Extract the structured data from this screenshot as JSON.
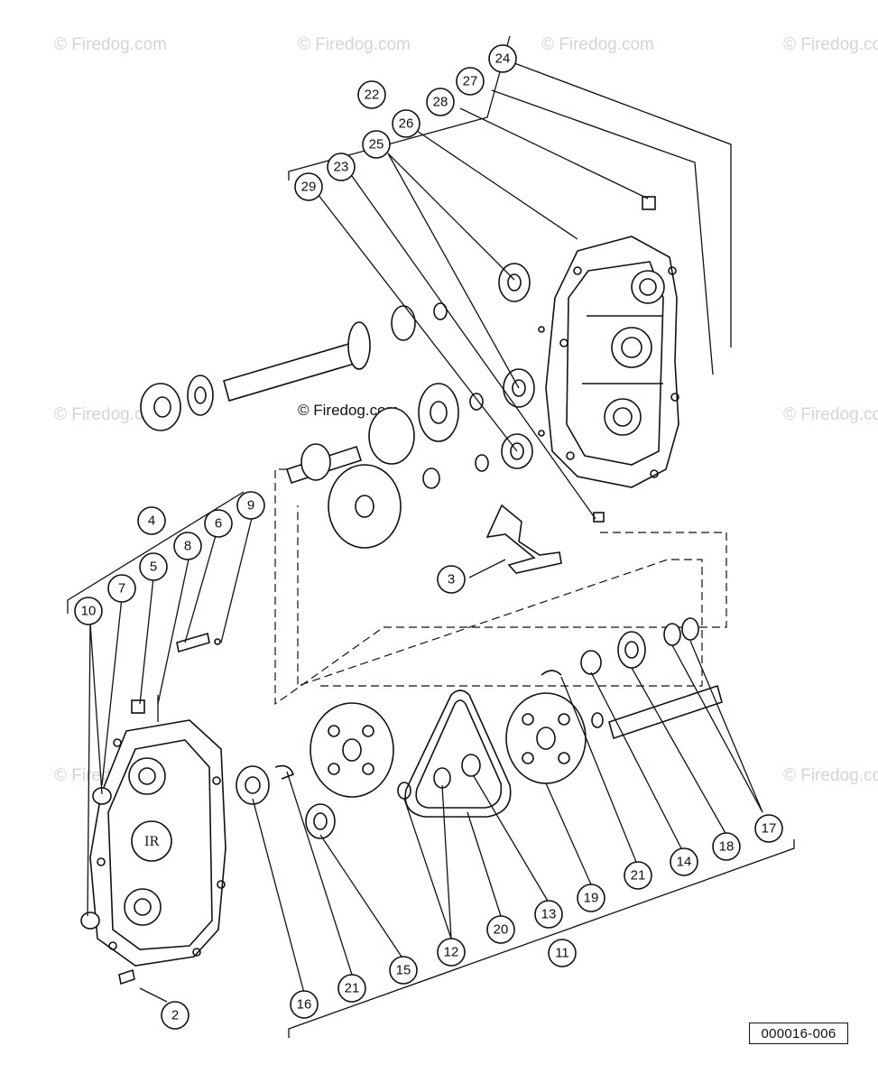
{
  "diagram": {
    "credit": "© Firedog.com",
    "watermarks": [
      "© Firedog.com",
      "© Firedog.com",
      "© Firedog.com",
      "© Firedog.com",
      "© Firedog.com",
      "© Firedog.com",
      "© Firedog.com",
      "© Firedog.com"
    ],
    "reference_number": "000016-006",
    "callouts": [
      "2",
      "3",
      "4",
      "5",
      "6",
      "7",
      "8",
      "9",
      "10",
      "11",
      "12",
      "13",
      "14",
      "15",
      "16",
      "17",
      "18",
      "19",
      "20",
      "21",
      "21",
      "22",
      "23",
      "24",
      "25",
      "26",
      "27",
      "28",
      "29"
    ]
  }
}
